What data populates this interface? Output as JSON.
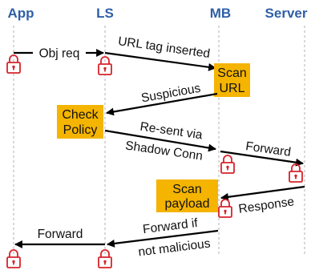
{
  "columns": {
    "app": "App",
    "ls": "LS",
    "mb": "MB",
    "server": "Server"
  },
  "messages": {
    "obj_req": "Obj req",
    "url_tag_inserted_1": "URL tag inserted",
    "suspicious": "Suspicious",
    "resent_1": "Re-sent via",
    "resent_2": "Shadow Conn",
    "forward_to_server": "Forward",
    "response": "Response",
    "forward_if_1": "Forward if",
    "forward_if_2": "not malicious",
    "forward_to_app": "Forward"
  },
  "boxes": {
    "scan_url_1": "Scan",
    "scan_url_2": "URL",
    "check_policy_1": "Check",
    "check_policy_2": "Policy",
    "scan_payload_1": "Scan",
    "scan_payload_2": "payload"
  },
  "colors": {
    "header": "#2f5fa7",
    "box_fill": "#f5b400",
    "lock": "#d6242c",
    "arrow": "#000000"
  },
  "icons": {
    "lock": "padlock-icon"
  }
}
